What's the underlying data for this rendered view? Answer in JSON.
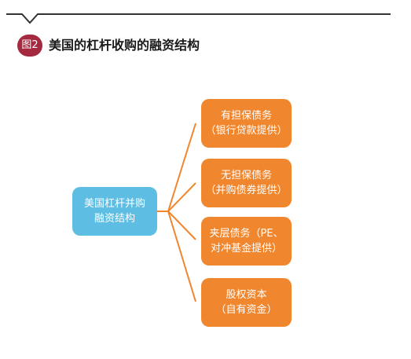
{
  "header": {
    "badge": "图2",
    "title": "美国的杠杆收购的融资结构"
  },
  "diagram": {
    "root": {
      "line1": "美国杠杆并购",
      "line2": "融资结构"
    },
    "children": [
      {
        "line1": "有担保债务",
        "line2": "（银行贷款提供）"
      },
      {
        "line1": "无担保债务",
        "line2": "（并购债券提供）"
      },
      {
        "line1": "夹层债务（PE、",
        "line2": "对冲基金提供）"
      },
      {
        "line1": "股权资本",
        "line2": "（自有资金）"
      }
    ]
  },
  "colors": {
    "root": "#5dbde3",
    "child": "#f0862d",
    "connector": "#f0862d",
    "badge": "#a52a3f"
  }
}
